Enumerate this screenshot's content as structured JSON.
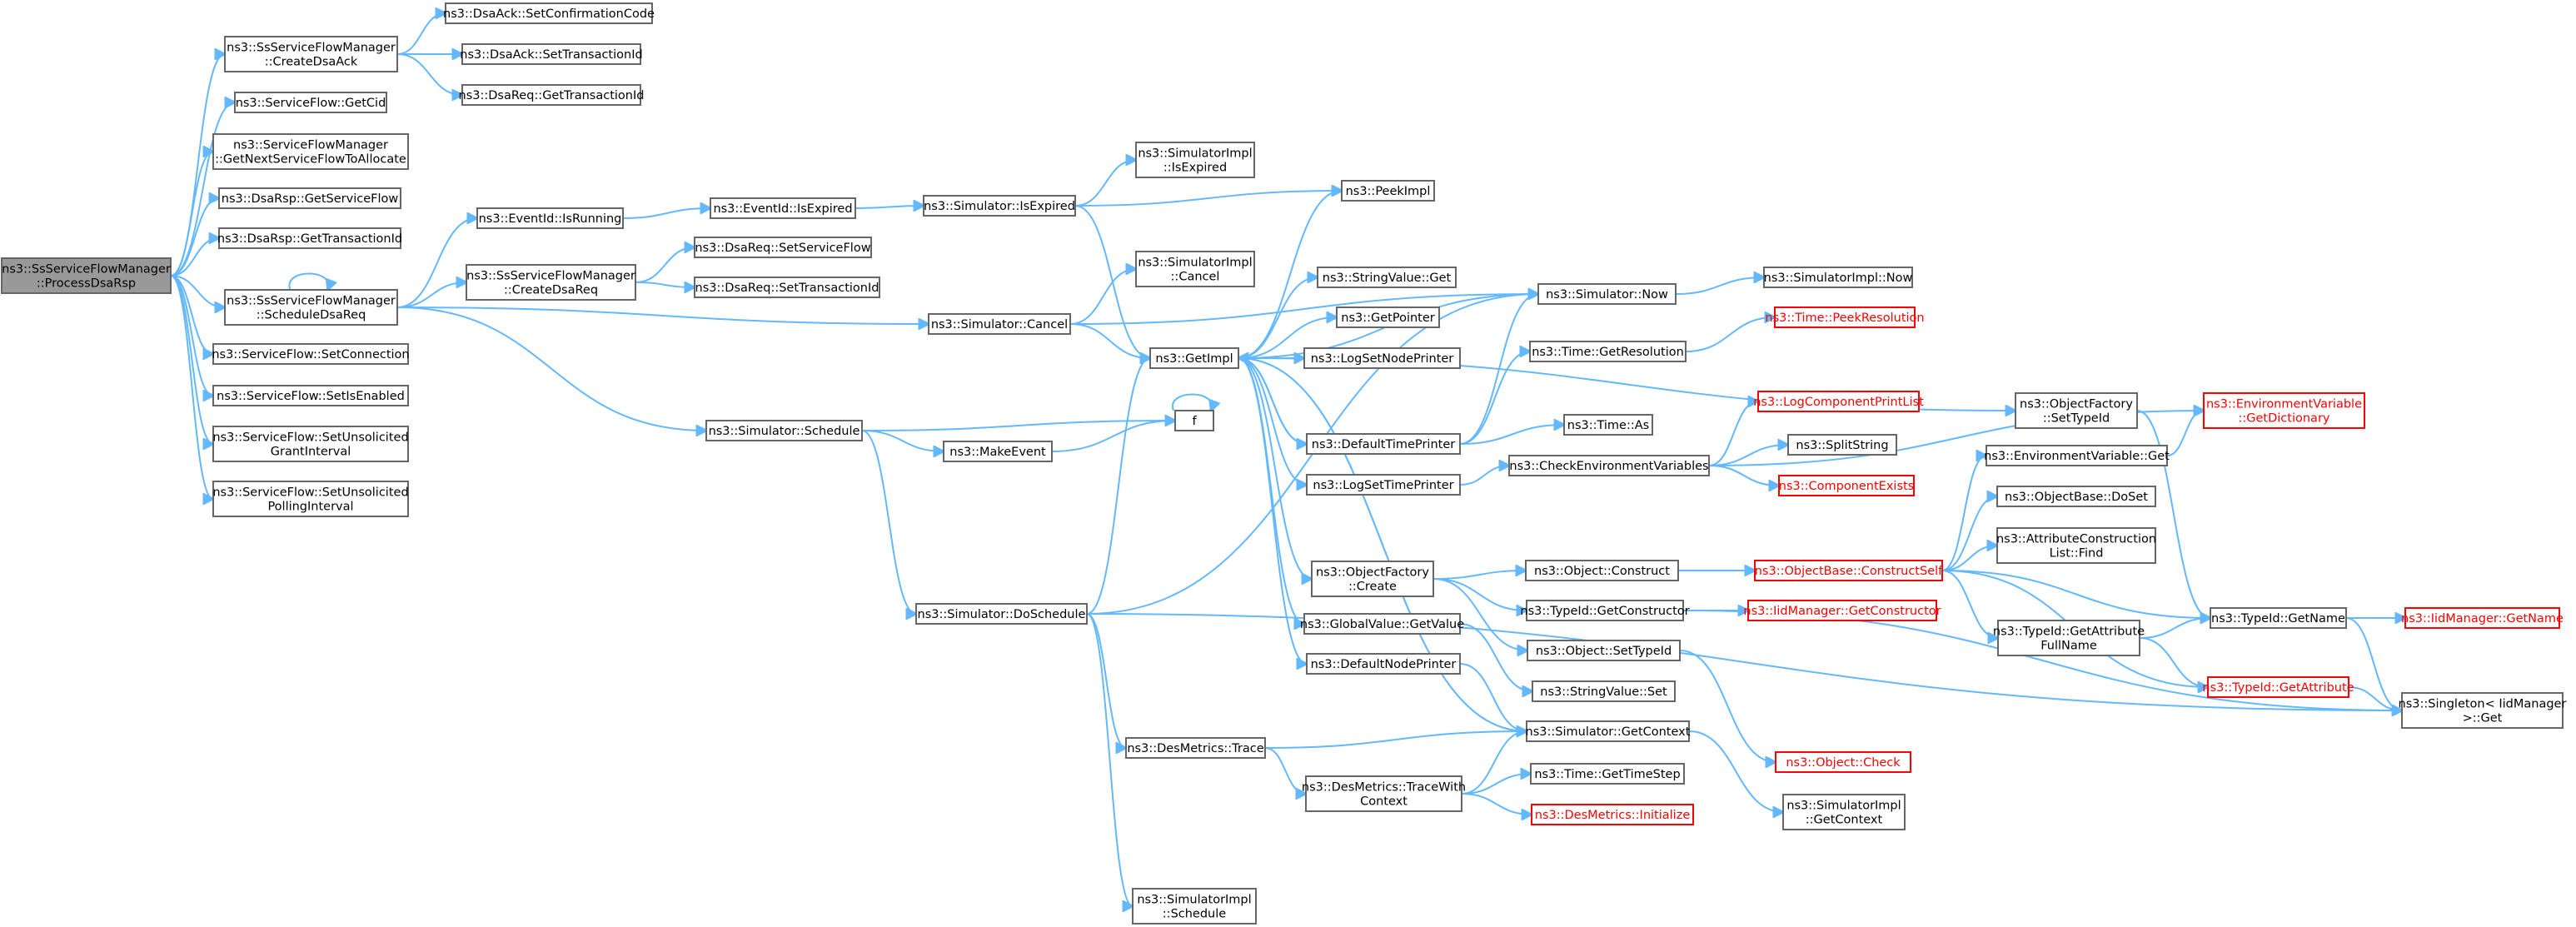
{
  "diagram": {
    "colors": {
      "edge": "#63b8ff",
      "node_border": "#666666",
      "root_fill": "#999999",
      "truncated_border": "#ff0000"
    },
    "nodes": [
      {
        "id": "root",
        "lines": [
          "ns3::SsServiceFlowManager",
          "::ProcessDsaRsp"
        ],
        "style": "root"
      },
      {
        "id": "createDsaAck",
        "lines": [
          "ns3::SsServiceFlowManager",
          "::CreateDsaAck"
        ]
      },
      {
        "id": "dsaAckSetConf",
        "lines": [
          "ns3::DsaAck::SetConfirmationCode"
        ]
      },
      {
        "id": "dsaAckSetTrans",
        "lines": [
          "ns3::DsaAck::SetTransactionId"
        ]
      },
      {
        "id": "dsaReqGetTrans",
        "lines": [
          "ns3::DsaReq::GetTransactionId"
        ]
      },
      {
        "id": "sfGetCid",
        "lines": [
          "ns3::ServiceFlow::GetCid"
        ]
      },
      {
        "id": "sfmGetNext",
        "lines": [
          "ns3::ServiceFlowManager",
          "::GetNextServiceFlowToAllocate"
        ]
      },
      {
        "id": "dsaRspGetSF",
        "lines": [
          "ns3::DsaRsp::GetServiceFlow"
        ]
      },
      {
        "id": "dsaRspGetTrans",
        "lines": [
          "ns3::DsaRsp::GetTransactionId"
        ]
      },
      {
        "id": "scheduleDsaReq",
        "lines": [
          "ns3::SsServiceFlowManager",
          "::ScheduleDsaReq"
        ]
      },
      {
        "id": "sfSetConn",
        "lines": [
          "ns3::ServiceFlow::SetConnection"
        ]
      },
      {
        "id": "sfSetIsEnabled",
        "lines": [
          "ns3::ServiceFlow::SetIsEnabled"
        ]
      },
      {
        "id": "sfSetUnsolGrant",
        "lines": [
          "ns3::ServiceFlow::SetUnsolicited",
          "GrantInterval"
        ]
      },
      {
        "id": "sfSetUnsolPoll",
        "lines": [
          "ns3::ServiceFlow::SetUnsolicited",
          "PollingInterval"
        ]
      },
      {
        "id": "eventIdIsRunning",
        "lines": [
          "ns3::EventId::IsRunning"
        ]
      },
      {
        "id": "createDsaReq",
        "lines": [
          "ns3::SsServiceFlowManager",
          "::CreateDsaReq"
        ]
      },
      {
        "id": "dsaReqSetSF",
        "lines": [
          "ns3::DsaReq::SetServiceFlow"
        ]
      },
      {
        "id": "dsaReqSetTrans",
        "lines": [
          "ns3::DsaReq::SetTransactionId"
        ]
      },
      {
        "id": "eventIdIsExpired",
        "lines": [
          "ns3::EventId::IsExpired"
        ]
      },
      {
        "id": "simIsExpired",
        "lines": [
          "ns3::Simulator::IsExpired"
        ]
      },
      {
        "id": "simImplIsExpired",
        "lines": [
          "ns3::SimulatorImpl",
          "::IsExpired"
        ]
      },
      {
        "id": "peekImpl",
        "lines": [
          "ns3::PeekImpl"
        ]
      },
      {
        "id": "simImplCancel",
        "lines": [
          "ns3::SimulatorImpl",
          "::Cancel"
        ]
      },
      {
        "id": "simCancel",
        "lines": [
          "ns3::Simulator::Cancel"
        ]
      },
      {
        "id": "getImpl",
        "lines": [
          "ns3::GetImpl"
        ]
      },
      {
        "id": "simSchedule",
        "lines": [
          "ns3::Simulator::Schedule"
        ]
      },
      {
        "id": "makeEvent",
        "lines": [
          "ns3::MakeEvent"
        ]
      },
      {
        "id": "f",
        "lines": [
          "f"
        ]
      },
      {
        "id": "simDoSchedule",
        "lines": [
          "ns3::Simulator::DoSchedule"
        ]
      },
      {
        "id": "stringValueGet",
        "lines": [
          "ns3::StringValue::Get"
        ]
      },
      {
        "id": "getPointer",
        "lines": [
          "ns3::GetPointer"
        ]
      },
      {
        "id": "logSetNodePrinter",
        "lines": [
          "ns3::LogSetNodePrinter"
        ]
      },
      {
        "id": "defaultTimePrinter",
        "lines": [
          "ns3::DefaultTimePrinter"
        ]
      },
      {
        "id": "logSetTimePrinter",
        "lines": [
          "ns3::LogSetTimePrinter"
        ]
      },
      {
        "id": "simNow",
        "lines": [
          "ns3::Simulator::Now"
        ]
      },
      {
        "id": "simImplNow",
        "lines": [
          "ns3::SimulatorImpl::Now"
        ]
      },
      {
        "id": "timePeekRes",
        "lines": [
          "ns3::Time::PeekResolution"
        ],
        "style": "red"
      },
      {
        "id": "timeGetRes",
        "lines": [
          "ns3::Time::GetResolution"
        ]
      },
      {
        "id": "timeAs",
        "lines": [
          "ns3::Time::As"
        ]
      },
      {
        "id": "checkEnvVars",
        "lines": [
          "ns3::CheckEnvironmentVariables"
        ]
      },
      {
        "id": "logCompPrintList",
        "lines": [
          "ns3::LogComponentPrintList"
        ],
        "style": "red"
      },
      {
        "id": "splitString",
        "lines": [
          "ns3::SplitString"
        ]
      },
      {
        "id": "componentExists",
        "lines": [
          "ns3::ComponentExists"
        ],
        "style": "red"
      },
      {
        "id": "objFactorySetTypeId",
        "lines": [
          "ns3::ObjectFactory",
          "::SetTypeId"
        ]
      },
      {
        "id": "envVarGetDict",
        "lines": [
          "ns3::EnvironmentVariable",
          "::GetDictionary"
        ],
        "style": "red"
      },
      {
        "id": "envVarGet",
        "lines": [
          "ns3::EnvironmentVariable::Get"
        ]
      },
      {
        "id": "objBaseDoSet",
        "lines": [
          "ns3::ObjectBase::DoSet"
        ]
      },
      {
        "id": "attrConstListFind",
        "lines": [
          "ns3::AttributeConstruction",
          "List::Find"
        ]
      },
      {
        "id": "objFactoryCreate",
        "lines": [
          "ns3::ObjectFactory",
          "::Create"
        ]
      },
      {
        "id": "objConstruct",
        "lines": [
          "ns3::Object::Construct"
        ]
      },
      {
        "id": "objBaseConstructSelf",
        "lines": [
          "ns3::ObjectBase::ConstructSelf"
        ],
        "style": "red"
      },
      {
        "id": "typeIdGetConstructor",
        "lines": [
          "ns3::TypeId::GetConstructor"
        ]
      },
      {
        "id": "iidMgrGetConstructor",
        "lines": [
          "ns3::IidManager::GetConstructor"
        ],
        "style": "red"
      },
      {
        "id": "typeIdGetName",
        "lines": [
          "ns3::TypeId::GetName"
        ]
      },
      {
        "id": "iidMgrGetName",
        "lines": [
          "ns3::IidManager::GetName"
        ],
        "style": "red"
      },
      {
        "id": "typeIdGetAttrFullName",
        "lines": [
          "ns3::TypeId::GetAttribute",
          "FullName"
        ]
      },
      {
        "id": "typeIdGetAttr",
        "lines": [
          "ns3::TypeId::GetAttribute"
        ],
        "style": "red"
      },
      {
        "id": "singletonGet",
        "lines": [
          "ns3::Singleton< IidManager",
          ">::Get"
        ]
      },
      {
        "id": "globalValueGetValue",
        "lines": [
          "ns3::GlobalValue::GetValue"
        ]
      },
      {
        "id": "objSetTypeId",
        "lines": [
          "ns3::Object::SetTypeId"
        ]
      },
      {
        "id": "defaultNodePrinter",
        "lines": [
          "ns3::DefaultNodePrinter"
        ]
      },
      {
        "id": "stringValueSet",
        "lines": [
          "ns3::StringValue::Set"
        ]
      },
      {
        "id": "objCheck",
        "lines": [
          "ns3::Object::Check"
        ],
        "style": "red"
      },
      {
        "id": "desMetricsTrace",
        "lines": [
          "ns3::DesMetrics::Trace"
        ]
      },
      {
        "id": "simGetContext",
        "lines": [
          "ns3::Simulator::GetContext"
        ]
      },
      {
        "id": "desMetricsTraceWithCtx",
        "lines": [
          "ns3::DesMetrics::TraceWith",
          "Context"
        ]
      },
      {
        "id": "timeGetTimeStep",
        "lines": [
          "ns3::Time::GetTimeStep"
        ]
      },
      {
        "id": "desMetricsInit",
        "lines": [
          "ns3::DesMetrics::Initialize"
        ],
        "style": "red"
      },
      {
        "id": "simImplGetContext",
        "lines": [
          "ns3::SimulatorImpl",
          "::GetContext"
        ]
      },
      {
        "id": "simImplSchedule",
        "lines": [
          "ns3::SimulatorImpl",
          "::Schedule"
        ]
      }
    ],
    "edges": [
      [
        "root",
        "createDsaAck"
      ],
      [
        "root",
        "sfGetCid"
      ],
      [
        "root",
        "sfmGetNext"
      ],
      [
        "root",
        "dsaRspGetSF"
      ],
      [
        "root",
        "dsaRspGetTrans"
      ],
      [
        "root",
        "scheduleDsaReq"
      ],
      [
        "root",
        "sfSetConn"
      ],
      [
        "root",
        "sfSetIsEnabled"
      ],
      [
        "root",
        "sfSetUnsolGrant"
      ],
      [
        "root",
        "sfSetUnsolPoll"
      ],
      [
        "createDsaAck",
        "dsaAckSetConf"
      ],
      [
        "createDsaAck",
        "dsaAckSetTrans"
      ],
      [
        "createDsaAck",
        "dsaReqGetTrans"
      ],
      [
        "scheduleDsaReq",
        "scheduleDsaReq"
      ],
      [
        "scheduleDsaReq",
        "eventIdIsRunning"
      ],
      [
        "scheduleDsaReq",
        "createDsaReq"
      ],
      [
        "scheduleDsaReq",
        "simCancel"
      ],
      [
        "scheduleDsaReq",
        "simSchedule"
      ],
      [
        "eventIdIsRunning",
        "eventIdIsExpired"
      ],
      [
        "eventIdIsExpired",
        "simIsExpired"
      ],
      [
        "simIsExpired",
        "simImplIsExpired"
      ],
      [
        "simIsExpired",
        "peekImpl"
      ],
      [
        "simIsExpired",
        "getImpl"
      ],
      [
        "createDsaReq",
        "dsaReqSetSF"
      ],
      [
        "createDsaReq",
        "dsaReqSetTrans"
      ],
      [
        "simCancel",
        "simImplCancel"
      ],
      [
        "simCancel",
        "getImpl"
      ],
      [
        "simCancel",
        "simNow"
      ],
      [
        "simSchedule",
        "makeEvent"
      ],
      [
        "simSchedule",
        "f"
      ],
      [
        "simSchedule",
        "simDoSchedule"
      ],
      [
        "makeEvent",
        "f"
      ],
      [
        "f",
        "f"
      ],
      [
        "simDoSchedule",
        "getImpl"
      ],
      [
        "simDoSchedule",
        "simNow"
      ],
      [
        "simDoSchedule",
        "desMetricsTrace"
      ],
      [
        "simDoSchedule",
        "singletonGet"
      ],
      [
        "simDoSchedule",
        "simImplSchedule"
      ],
      [
        "getImpl",
        "peekImpl"
      ],
      [
        "getImpl",
        "stringValueGet"
      ],
      [
        "getImpl",
        "getPointer"
      ],
      [
        "getImpl",
        "logSetNodePrinter"
      ],
      [
        "getImpl",
        "defaultTimePrinter"
      ],
      [
        "getImpl",
        "logSetTimePrinter"
      ],
      [
        "getImpl",
        "objFactoryCreate"
      ],
      [
        "getImpl",
        "globalValueGetValue"
      ],
      [
        "getImpl",
        "defaultNodePrinter"
      ],
      [
        "getImpl",
        "simGetContext"
      ],
      [
        "getImpl",
        "objFactorySetTypeId"
      ],
      [
        "defaultTimePrinter",
        "getImpl"
      ],
      [
        "defaultTimePrinter",
        "simNow"
      ],
      [
        "defaultTimePrinter",
        "timeGetRes"
      ],
      [
        "defaultTimePrinter",
        "timeAs"
      ],
      [
        "logSetTimePrinter",
        "checkEnvVars"
      ],
      [
        "simNow",
        "getImpl"
      ],
      [
        "simNow",
        "simImplNow"
      ],
      [
        "timeGetRes",
        "timePeekRes"
      ],
      [
        "checkEnvVars",
        "logCompPrintList"
      ],
      [
        "checkEnvVars",
        "splitString"
      ],
      [
        "checkEnvVars",
        "componentExists"
      ],
      [
        "checkEnvVars",
        "envVarGetDict"
      ],
      [
        "objFactorySetTypeId",
        "typeIdGetName"
      ],
      [
        "envVarGet",
        "envVarGetDict"
      ],
      [
        "objFactoryCreate",
        "objConstruct"
      ],
      [
        "objFactoryCreate",
        "typeIdGetConstructor"
      ],
      [
        "objFactoryCreate",
        "objSetTypeId"
      ],
      [
        "objConstruct",
        "objBaseConstructSelf"
      ],
      [
        "objBaseConstructSelf",
        "envVarGet"
      ],
      [
        "objBaseConstructSelf",
        "objBaseDoSet"
      ],
      [
        "objBaseConstructSelf",
        "attrConstListFind"
      ],
      [
        "objBaseConstructSelf",
        "typeIdGetName"
      ],
      [
        "objBaseConstructSelf",
        "typeIdGetAttrFullName"
      ],
      [
        "objBaseConstructSelf",
        "typeIdGetAttr"
      ],
      [
        "typeIdGetConstructor",
        "iidMgrGetConstructor"
      ],
      [
        "typeIdGetConstructor",
        "singletonGet"
      ],
      [
        "typeIdGetName",
        "iidMgrGetName"
      ],
      [
        "typeIdGetName",
        "singletonGet"
      ],
      [
        "typeIdGetAttrFullName",
        "typeIdGetName"
      ],
      [
        "typeIdGetAttrFullName",
        "typeIdGetAttr"
      ],
      [
        "typeIdGetAttr",
        "singletonGet"
      ],
      [
        "globalValueGetValue",
        "stringValueSet"
      ],
      [
        "defaultNodePrinter",
        "simGetContext"
      ],
      [
        "objSetTypeId",
        "objCheck"
      ],
      [
        "desMetricsTrace",
        "simGetContext"
      ],
      [
        "desMetricsTrace",
        "desMetricsTraceWithCtx"
      ],
      [
        "desMetricsTraceWithCtx",
        "simGetContext"
      ],
      [
        "desMetricsTraceWithCtx",
        "timeGetTimeStep"
      ],
      [
        "desMetricsTraceWithCtx",
        "desMetricsInit"
      ],
      [
        "simGetContext",
        "getImpl"
      ],
      [
        "simGetContext",
        "simImplGetContext"
      ]
    ]
  }
}
